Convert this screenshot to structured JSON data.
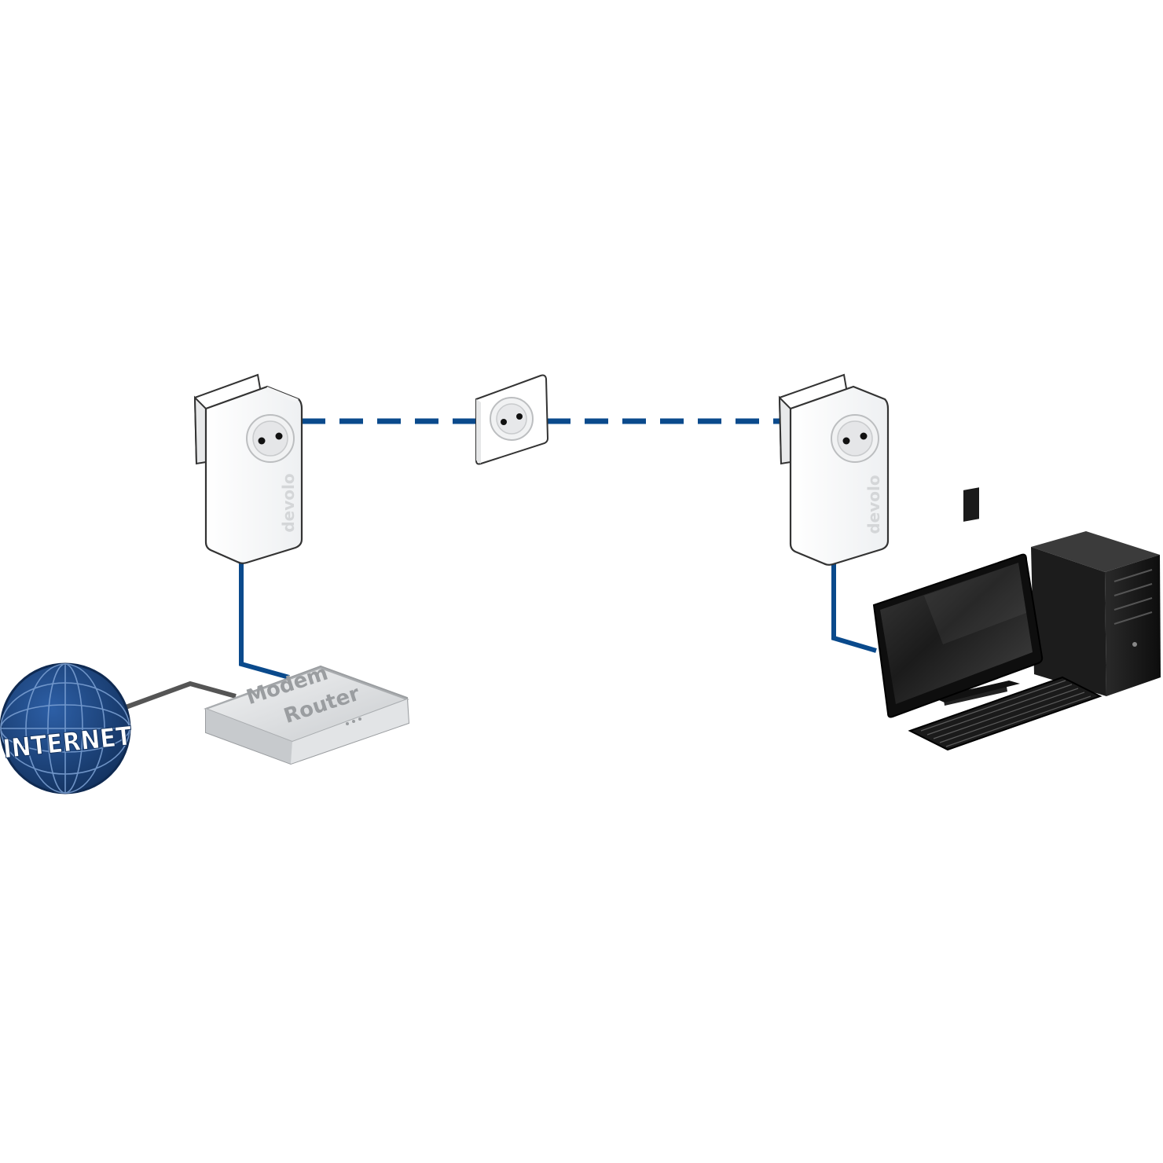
{
  "diagram": {
    "internet_label": "INTERNET",
    "router_label_line1": "Modem",
    "router_label_line2": "Router",
    "adapter_brand": "devolo",
    "colors": {
      "cable_blue": "#0a4a8c",
      "cable_grey": "#555555",
      "globe_blue": "#1f4a8a",
      "globe_dark": "#13325f",
      "router_body": "#e4e6e8",
      "adapter_body": "#ffffff",
      "outline": "#333333",
      "pc_black": "#151515"
    },
    "icons": {
      "internet": "globe-icon",
      "router": "router-icon",
      "adapter_left": "powerline-adapter-icon",
      "socket": "wall-socket-icon",
      "adapter_right": "powerline-adapter-icon",
      "computer": "desktop-computer-icon"
    }
  }
}
